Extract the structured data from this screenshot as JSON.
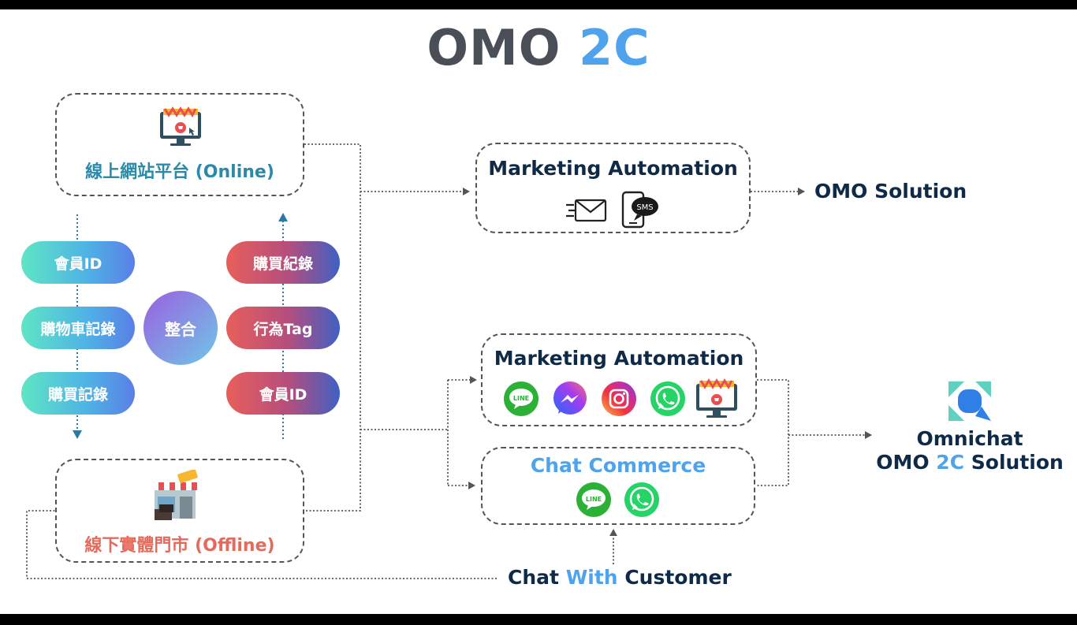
{
  "title": {
    "part1": "OMO",
    "part2": "2C"
  },
  "online": {
    "label": "線上網站平台 (Online)"
  },
  "offline": {
    "label": "線下實體門市 (Offline)"
  },
  "left_pills": [
    "會員ID",
    "購物車記錄",
    "購買記錄"
  ],
  "right_pills": [
    "購買紀錄",
    "行為Tag",
    "會員ID"
  ],
  "merge_label": "整合",
  "top_box": {
    "title": "Marketing Automation",
    "sms_text": "SMS"
  },
  "omo_solution": "OMO Solution",
  "middle_box": {
    "title": "Marketing Automation",
    "line_text": "LINE"
  },
  "chat_box": {
    "title": "Chat Commerce",
    "line_text": "LINE"
  },
  "chat_with": {
    "part1": "Chat",
    "part2": "With",
    "part3": "Customer"
  },
  "omnichat": {
    "line1": "Omnichat",
    "line2_a": "OMO",
    "line2_b": "2C",
    "line2_c": "Solution"
  },
  "colors": {
    "teal_label": "#2a8aa8",
    "red_label": "#e66a5c",
    "navy": "#0f2a47",
    "blue": "#4ea3ec",
    "dark_title": "#4a4f57"
  },
  "icons": [
    "shop-screen-icon",
    "store-front-icon",
    "email-icon",
    "sms-phone-icon",
    "line-icon",
    "messenger-icon",
    "instagram-icon",
    "whatsapp-icon",
    "omnichat-logo-icon"
  ]
}
